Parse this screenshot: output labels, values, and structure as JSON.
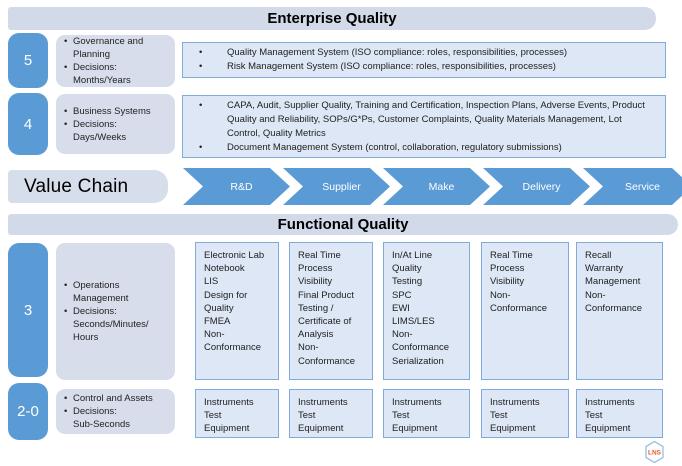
{
  "banners": {
    "enterprise": "Enterprise Quality",
    "functional": "Functional Quality"
  },
  "value_chain": {
    "label": "Value Chain",
    "stages": [
      "R&D",
      "Supplier",
      "Make",
      "Delivery",
      "Service"
    ]
  },
  "levels": {
    "l5": {
      "number": "5",
      "bullets": [
        "Governance and\nPlanning",
        "Decisions:\nMonths/Years"
      ],
      "content": [
        "Quality Management System (ISO compliance: roles, responsibilities, processes)",
        "Risk Management System (ISO compliance: roles, responsibilities, processes)"
      ]
    },
    "l4": {
      "number": "4",
      "bullets": [
        "Business Systems",
        "Decisions:\nDays/Weeks"
      ],
      "content": [
        "CAPA, Audit, Supplier Quality, Training and Certification, Inspection Plans, Adverse Events, Product Quality and Reliability, SOPs/G*Ps, Customer Complaints, Quality Materials Management, Lot Control, Quality Metrics",
        "Document Management System (control, collaboration, regulatory submissions)"
      ]
    },
    "l3": {
      "number": "3",
      "bullets": [
        "Operations\nManagement",
        "Decisions:\nSeconds/Minutes/\nHours"
      ],
      "columns": [
        "Electronic Lab\nNotebook\nLIS\nDesign for\nQuality\nFMEA\nNon-\nConformance",
        "Real Time\nProcess\nVisibility\nFinal Product\nTesting /\nCertificate of\nAnalysis\nNon-\nConformance",
        "In/At Line\nQuality\nTesting\nSPC\nEWI\nLIMS/LES\nNon-\nConformance\nSerialization",
        "Real Time\nProcess\nVisibility\nNon-\nConformance",
        "Recall\nWarranty\nManagement\nNon-\nConformance"
      ]
    },
    "l20": {
      "number": "2-0",
      "bullets": [
        "Control and Assets",
        "Decisions:\nSub-Seconds"
      ],
      "boxes": [
        "Instruments\nTest\nEquipment",
        "Instruments\nTest\nEquipment",
        "Instruments\nTest\nEquipment",
        "Instruments\nTest\nEquipment",
        "Instruments\nTest\nEquipment"
      ]
    }
  },
  "logo": {
    "text": "LNS"
  },
  "colors": {
    "accent_blue": "#5b9bd5",
    "panel_lavender": "#d7ddeb",
    "banner_lavender": "#d2dae9",
    "content_fill": "#dde7f5",
    "content_border": "#7facdc",
    "logo_text": "#e4572e"
  }
}
